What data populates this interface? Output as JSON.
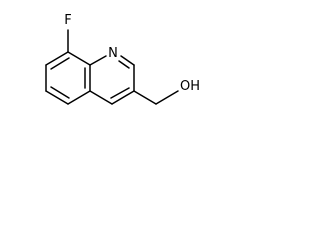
{
  "molecule": {
    "atoms": {
      "fluorine": "F",
      "nitrogen": "N",
      "hydroxyl": "OH"
    },
    "colors": {
      "bond": "#000000",
      "label": "#000000",
      "background": "#ffffff"
    }
  }
}
